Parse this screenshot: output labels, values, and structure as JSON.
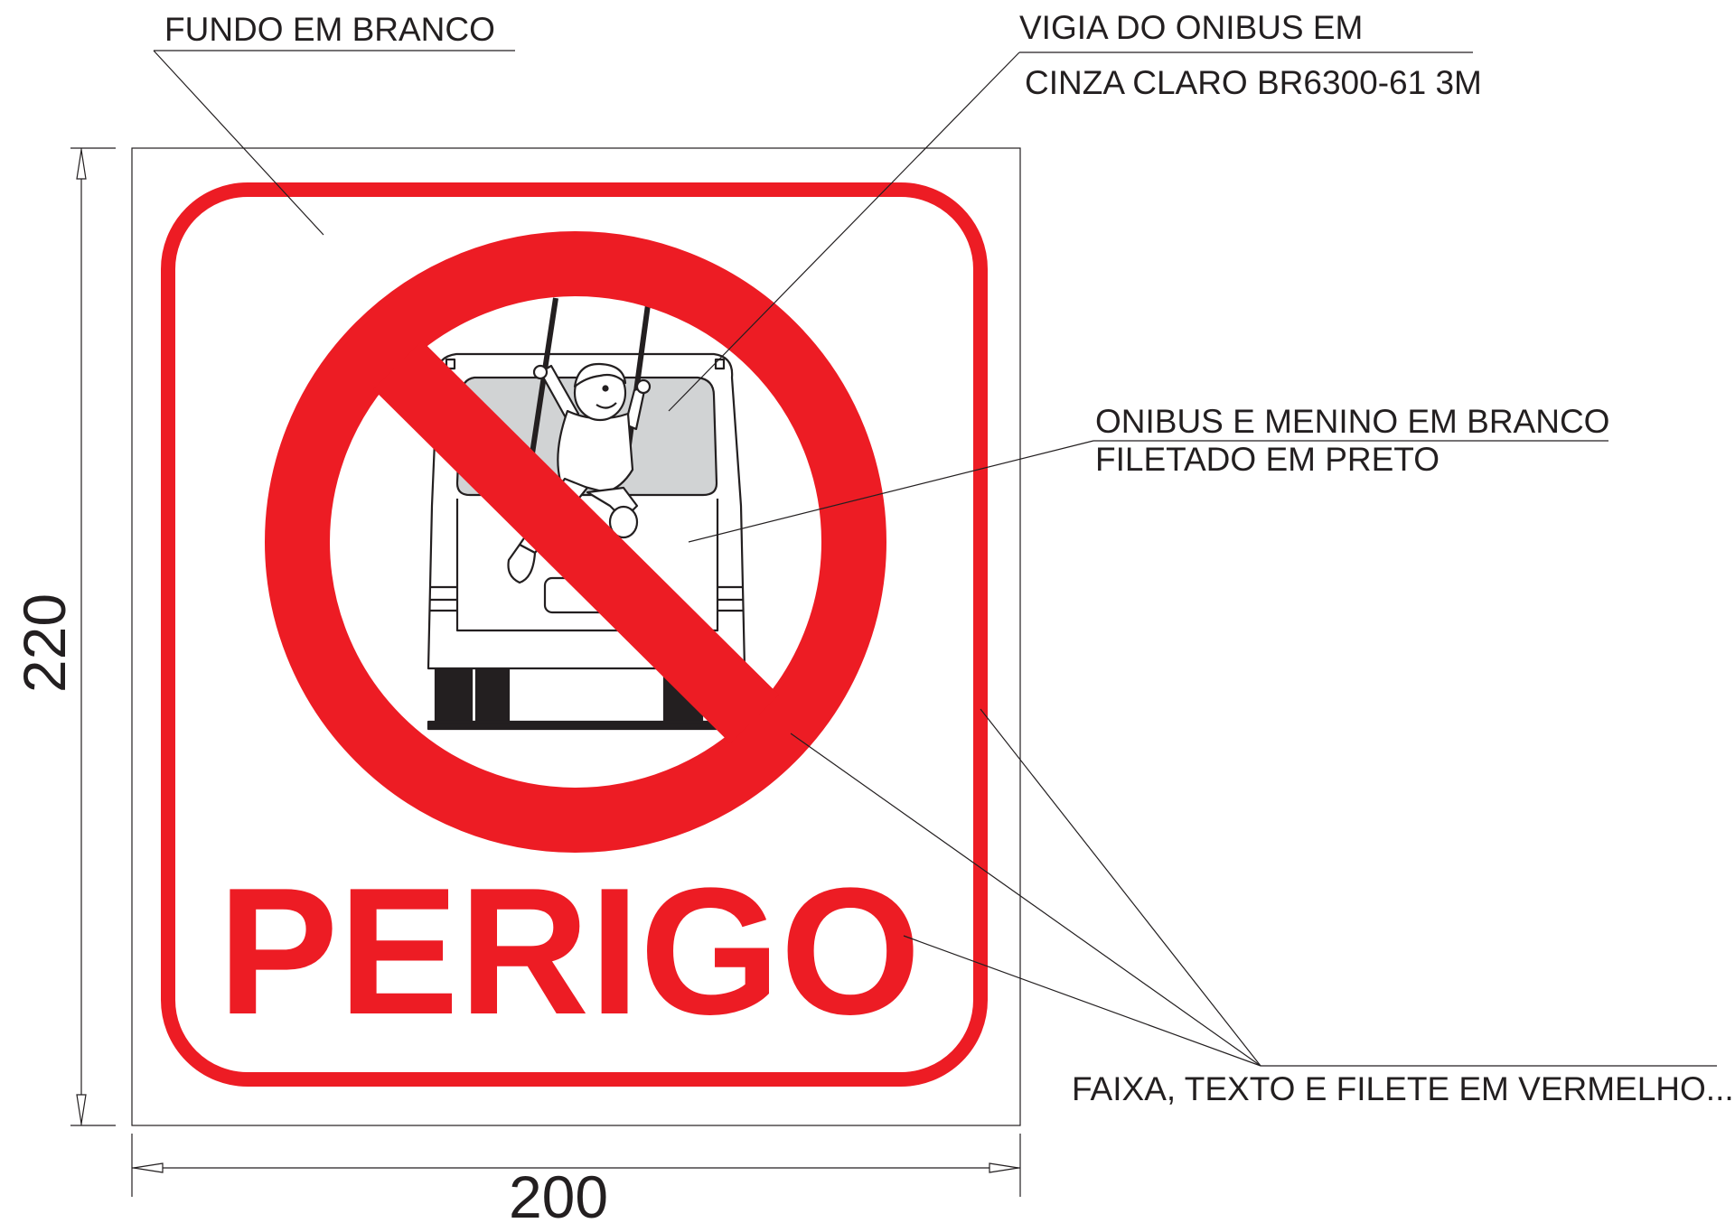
{
  "sign": {
    "warning_word": "PERIGO",
    "red_color": "#ed1c24",
    "window_color": "#d1d3d4",
    "background_color": "#ffffff"
  },
  "annotations": {
    "background": "FUNDO EM BRANCO",
    "window_line1": "VIGIA DO ONIBUS EM",
    "window_line2": "CINZA CLARO BR6300-61 3M",
    "bus_line1": "ONIBUS E MENINO EM BRANCO",
    "bus_line2": "FILETADO EM PRETO",
    "red": "FAIXA, TEXTO E FILETE EM VERMELHO..."
  },
  "dimensions": {
    "height": "220",
    "width": "200"
  }
}
